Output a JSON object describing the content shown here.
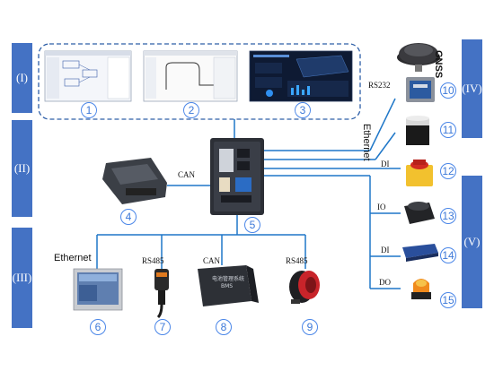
{
  "side_labels": [
    "(I)",
    "(II)",
    "(III)",
    "(IV)",
    "(V)"
  ],
  "numbers": [
    "1",
    "2",
    "3",
    "4",
    "5",
    "6",
    "7",
    "8",
    "9",
    "10",
    "11",
    "12",
    "13",
    "14",
    "15"
  ],
  "labels": {
    "can_left": "CAN",
    "ethernet_bottom": "Ethernet",
    "rs485_a": "RS485",
    "can_bottom": "CAN",
    "rs485_b": "RS485",
    "rs232": "RS232",
    "ethernet_right": "Ethernet",
    "gnss": "GNSS",
    "di_1": "DI",
    "io": "IO",
    "di_2": "DI",
    "do": "DO"
  },
  "device_text": {
    "bms_line1": "电池管理系统",
    "bms_line2": "BMS"
  },
  "colors": {
    "line": "#1f77c8",
    "side": "#4472c4",
    "dash": "#2e5fa8"
  }
}
